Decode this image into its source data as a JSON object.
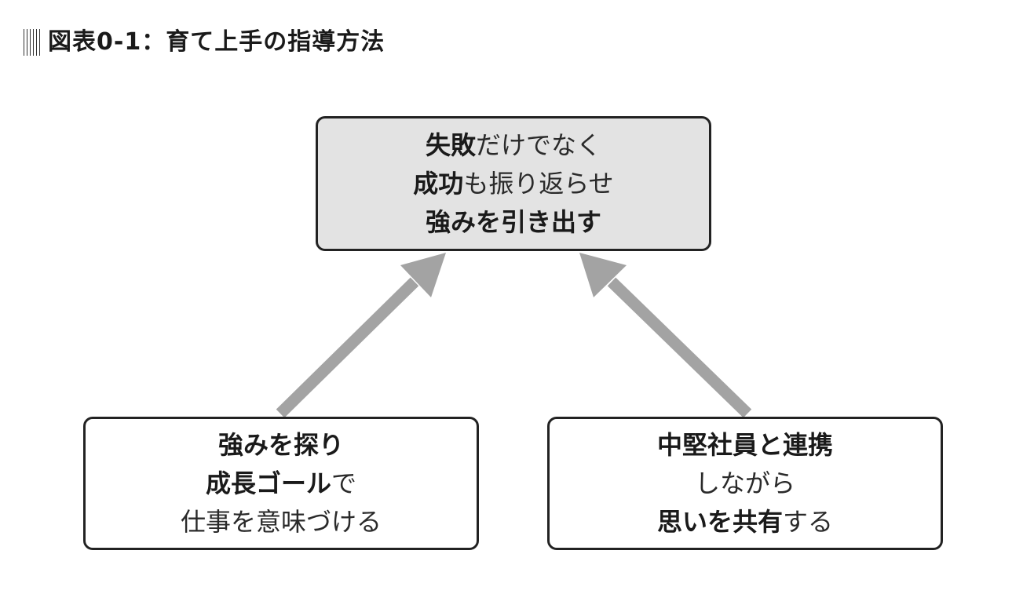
{
  "title": "図表0-1：育て上手の指導方法",
  "colors": {
    "arrow": "#a3a3a3",
    "top_box_fill": "#e3e3e3",
    "border": "#222222"
  },
  "top_box": {
    "line1": {
      "bold": "失敗",
      "normal": "だけでなく"
    },
    "line2": {
      "bold": "成功",
      "normal": "も振り返らせ"
    },
    "line3": {
      "bold": "強みを引き出す"
    }
  },
  "left_box": {
    "line1": {
      "bold": "強みを探り"
    },
    "line2": {
      "bold": "成長ゴール",
      "normal": "で"
    },
    "line3": {
      "normal": "仕事を意味づける"
    }
  },
  "right_box": {
    "line1": {
      "bold": "中堅社員と連携"
    },
    "line2": {
      "normal": "しながら"
    },
    "line3": {
      "bold": "思いを共有",
      "normal": "する"
    }
  }
}
